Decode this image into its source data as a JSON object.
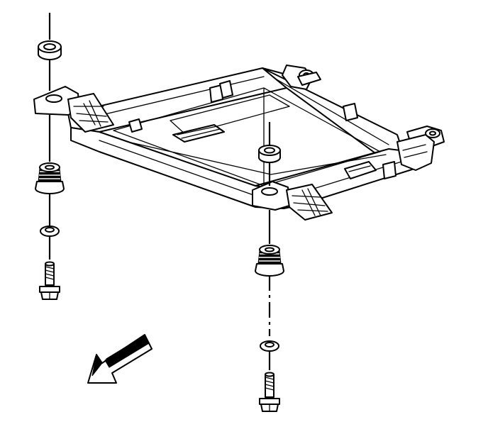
{
  "diagram": {
    "type": "exploded-assembly",
    "parts": [
      {
        "name": "frame-cradle",
        "icon": "frame-icon"
      },
      {
        "name": "upper-insulator",
        "icon": "insulator-icon"
      },
      {
        "name": "lower-insulator",
        "icon": "insulator-icon"
      },
      {
        "name": "retainer-washer",
        "icon": "washer-icon"
      },
      {
        "name": "mount-bolt",
        "icon": "bolt-icon"
      }
    ],
    "direction_indicator": {
      "icon": "front-arrow-icon",
      "points": "down-left"
    },
    "colors": {
      "line": "#000000",
      "background": "#ffffff"
    }
  }
}
